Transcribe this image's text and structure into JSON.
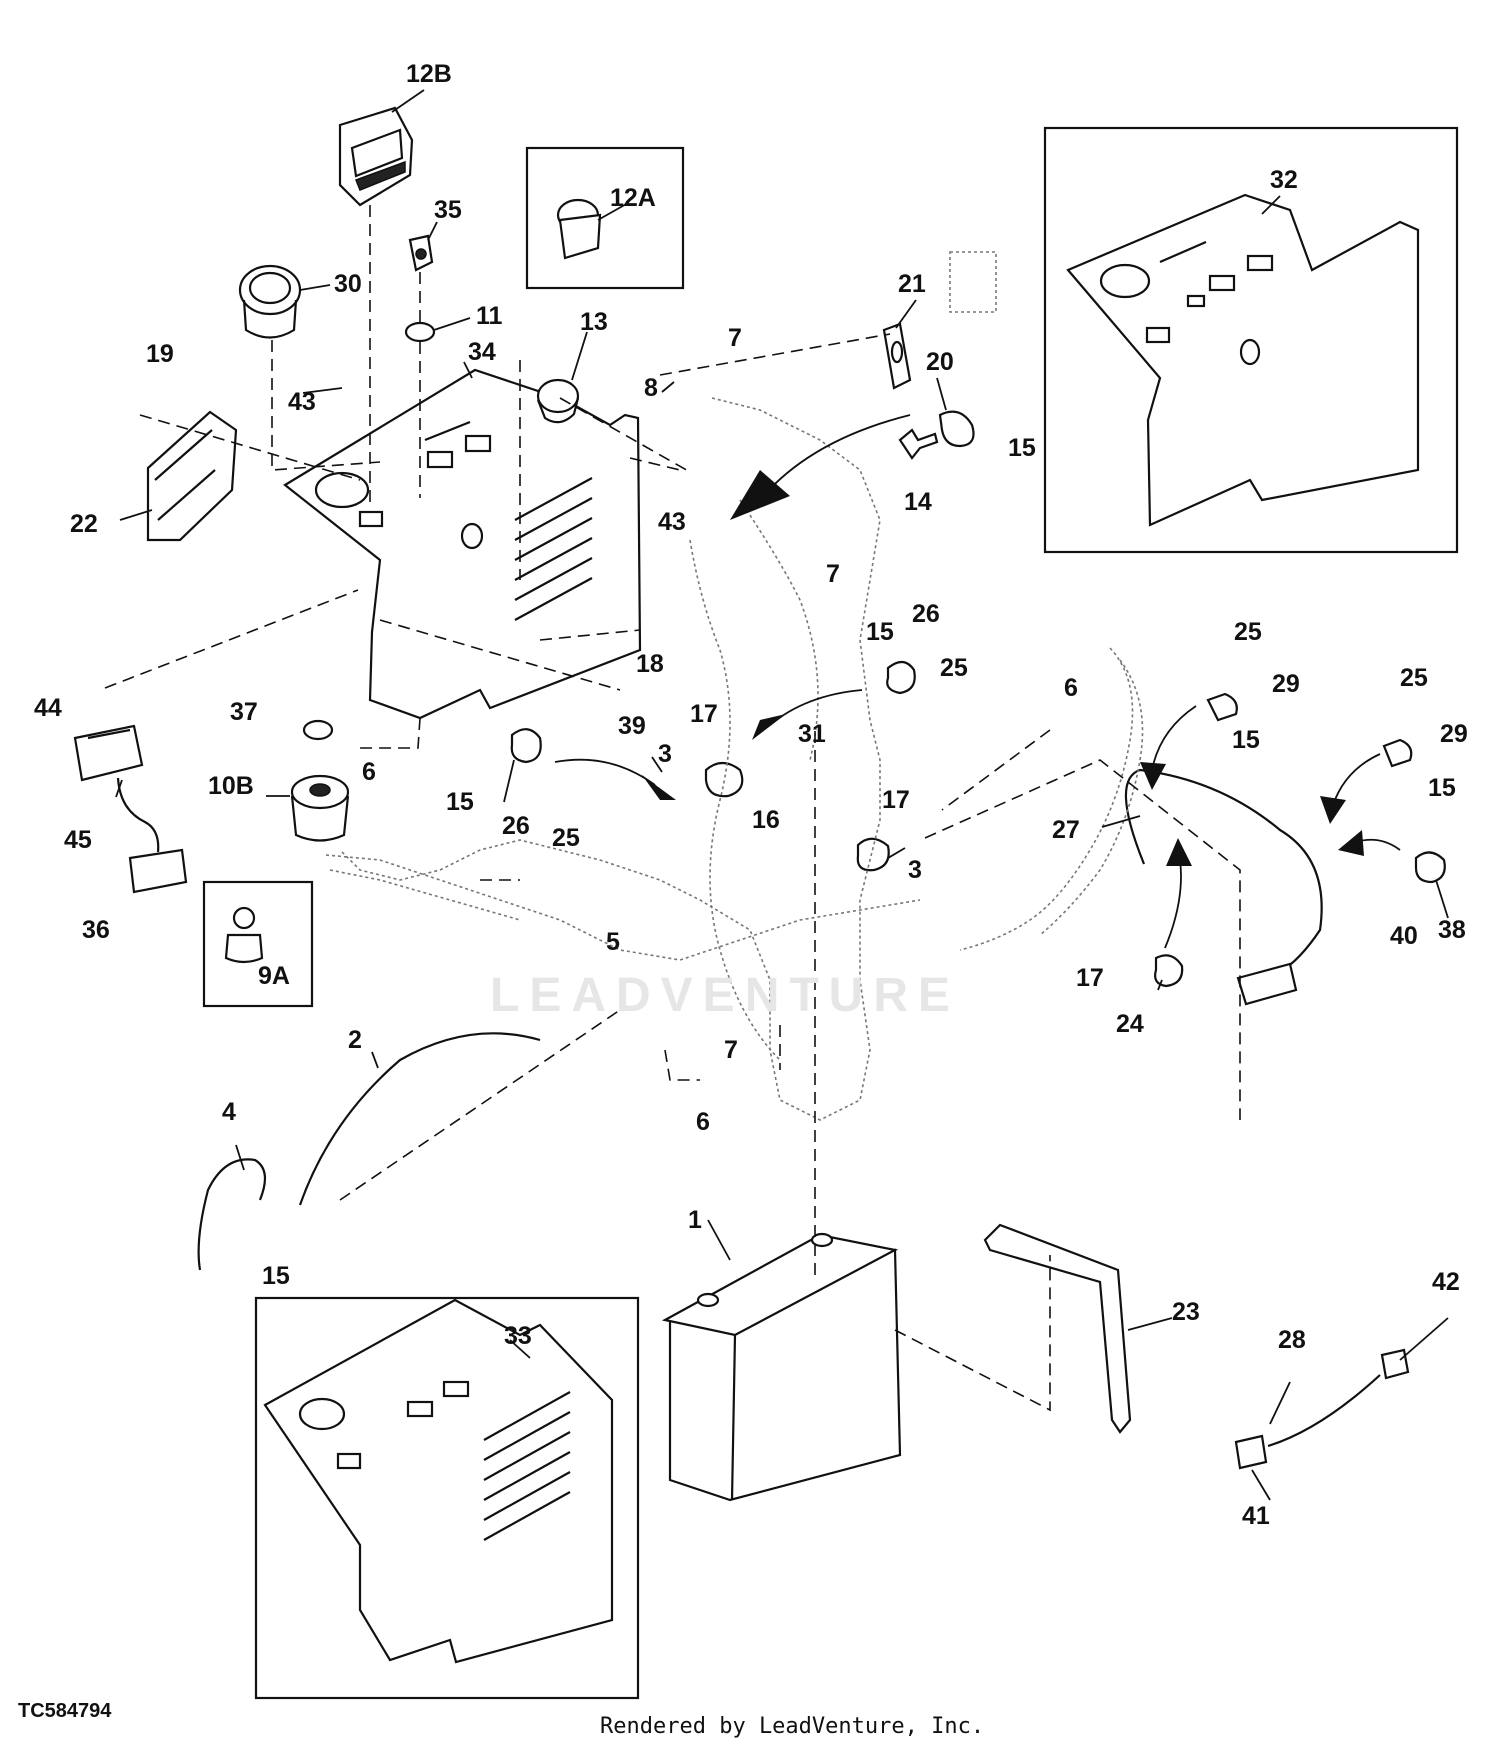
{
  "figure_id": "TC584794",
  "footer_credit": "Rendered by LeadVenture, Inc.",
  "watermark": "LEADVENTURE",
  "callouts": [
    "12B",
    "12A",
    "35",
    "30",
    "11",
    "13",
    "19",
    "43",
    "34",
    "22",
    "7",
    "8",
    "21",
    "20",
    "15",
    "14",
    "43",
    "32",
    "7",
    "44",
    "37",
    "18",
    "39",
    "6",
    "15",
    "26",
    "25",
    "10B",
    "6",
    "15",
    "17",
    "3",
    "31",
    "17",
    "16",
    "26",
    "25",
    "25",
    "29",
    "15",
    "25",
    "29",
    "15",
    "27",
    "3",
    "38",
    "40",
    "45",
    "36",
    "9A",
    "5",
    "17",
    "24",
    "2",
    "7",
    "6",
    "4",
    "1",
    "23",
    "42",
    "15",
    "33",
    "28",
    "41"
  ],
  "boxed_parts": [
    "12A",
    "32",
    "9A",
    "33"
  ]
}
